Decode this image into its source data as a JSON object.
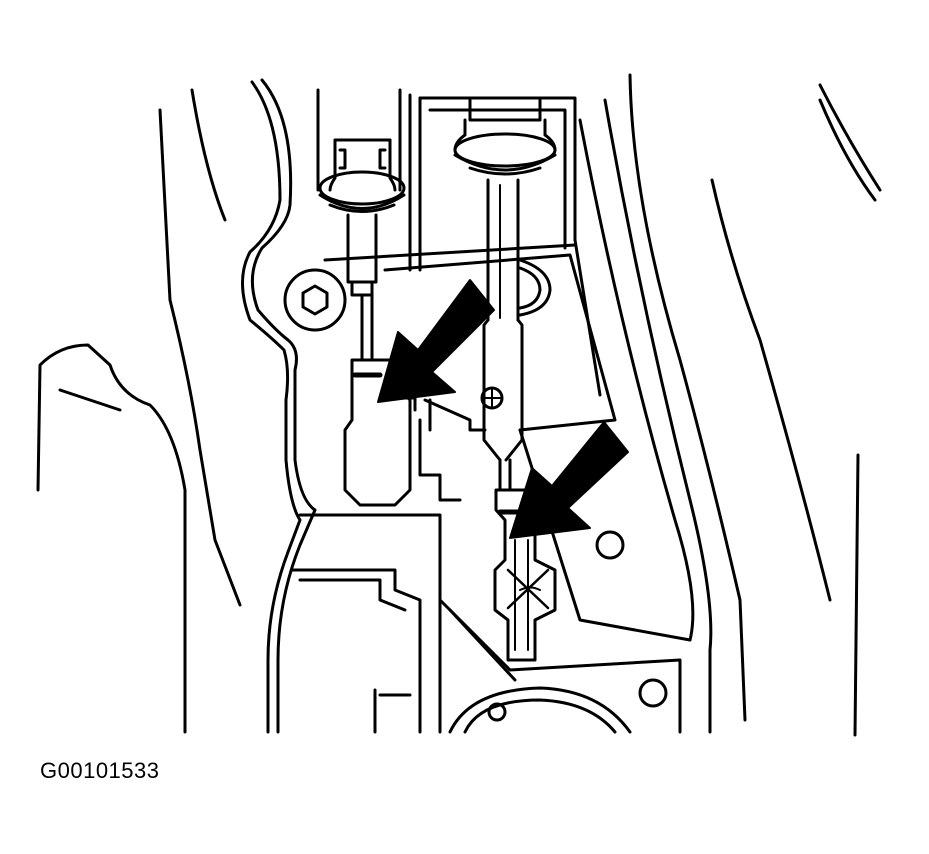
{
  "figure": {
    "id_label": "G00101533"
  },
  "colors": {
    "ink": "#000000",
    "paper": "#ffffff"
  },
  "components": {
    "callout_arrows": [
      "arrow-upper-left",
      "arrow-lower-right"
    ],
    "icons": [
      "callout-arrow-icon",
      "bolt-head-icon",
      "cable-end-icon"
    ]
  }
}
